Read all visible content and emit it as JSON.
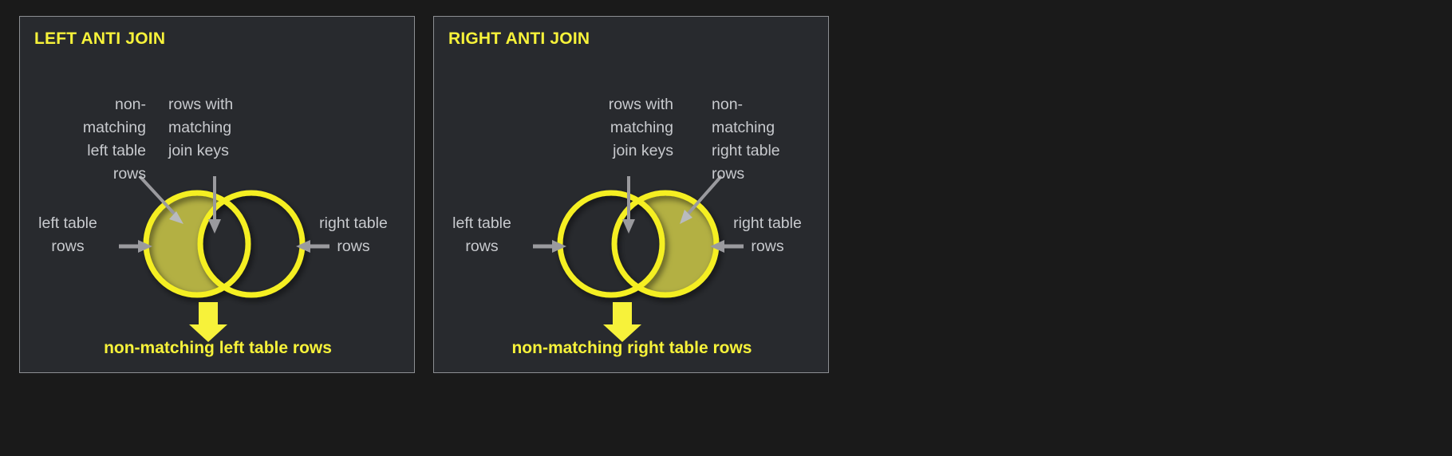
{
  "page": {
    "background_color": "#1a1a1a",
    "panel_background_color": "#282a2e",
    "panel_border_color": "#8d8f93",
    "accent_yellow": "#f7f23a",
    "circle_stroke_color": "#f5ef21",
    "fill_olive_color": "#b3b043",
    "annotation_text_color": "#c8cace",
    "arrow_gray_color": "#9a9a9e"
  },
  "panels": [
    {
      "id": "left-anti-join",
      "title": "LEFT ANTI JOIN",
      "highlighted_region": "left-circle-only",
      "annotations": {
        "top_left": "non-\nmatching\nleft table\nrows",
        "top_right": "rows with\nmatching\njoin keys",
        "side_left": "left table\nrows",
        "side_right": "right table\nrows"
      },
      "caption": "non-matching left table rows"
    },
    {
      "id": "right-anti-join",
      "title": "RIGHT ANTI JOIN",
      "highlighted_region": "right-circle-only",
      "annotations": {
        "top_left": "rows with\nmatching\njoin keys",
        "top_right": "non-\nmatching\nright table\nrows",
        "side_left": "left table\nrows",
        "side_right": "right table\nrows"
      },
      "caption": "non-matching right table rows"
    }
  ]
}
